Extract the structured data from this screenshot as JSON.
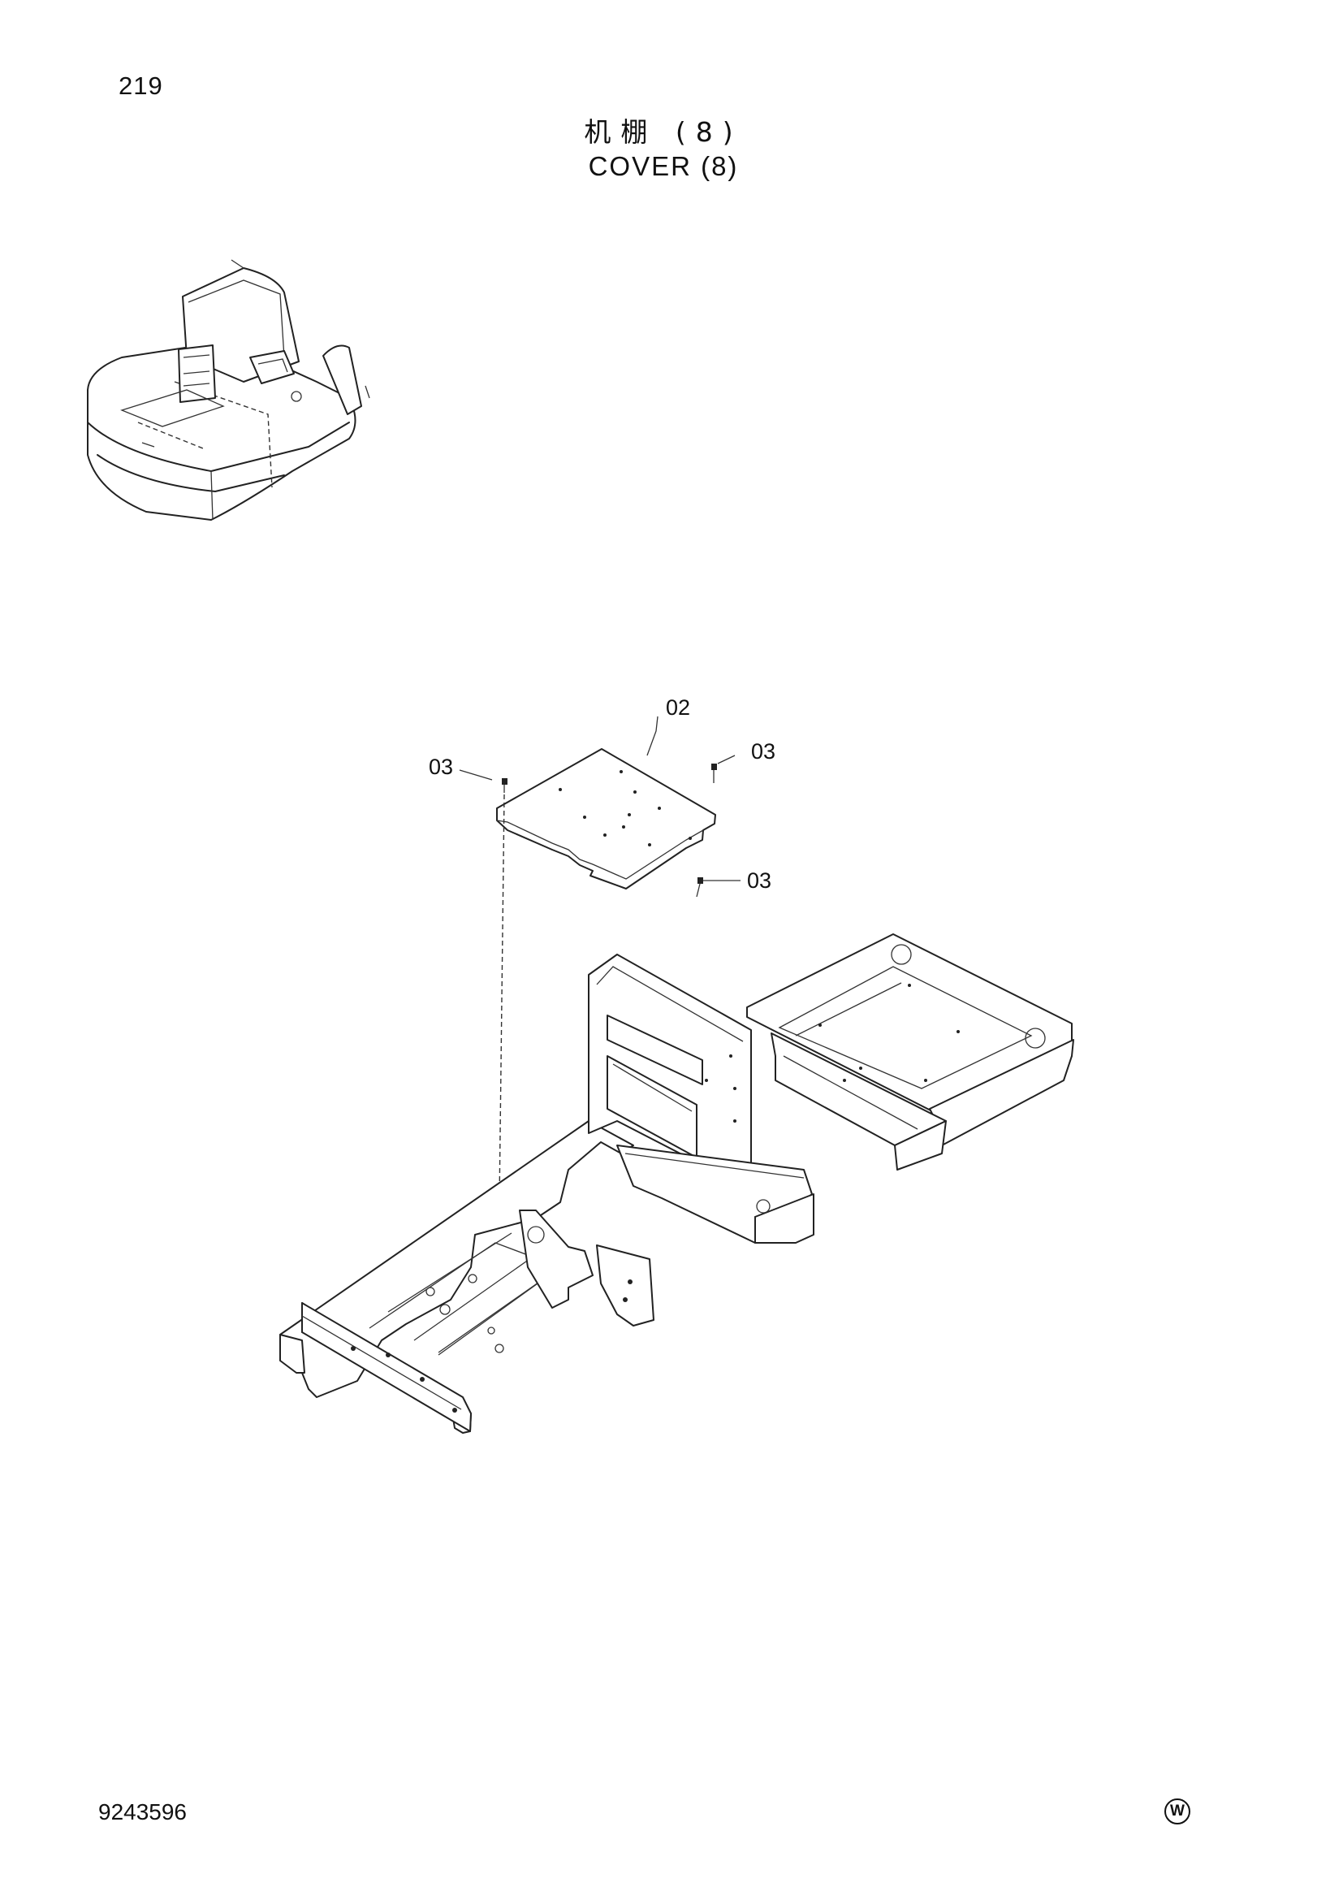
{
  "page": {
    "page_number": "219",
    "title_cn": "机棚 (8)",
    "title_en": "COVER (8)",
    "doc_number": "9243596",
    "corner_mark": "W"
  },
  "diagram": {
    "callouts": [
      {
        "label": "02",
        "target": "cover-plate"
      },
      {
        "label": "03",
        "target": "bolt-left"
      },
      {
        "label": "03",
        "target": "bolt-right-top"
      },
      {
        "label": "03",
        "target": "bolt-right-bottom"
      }
    ]
  }
}
